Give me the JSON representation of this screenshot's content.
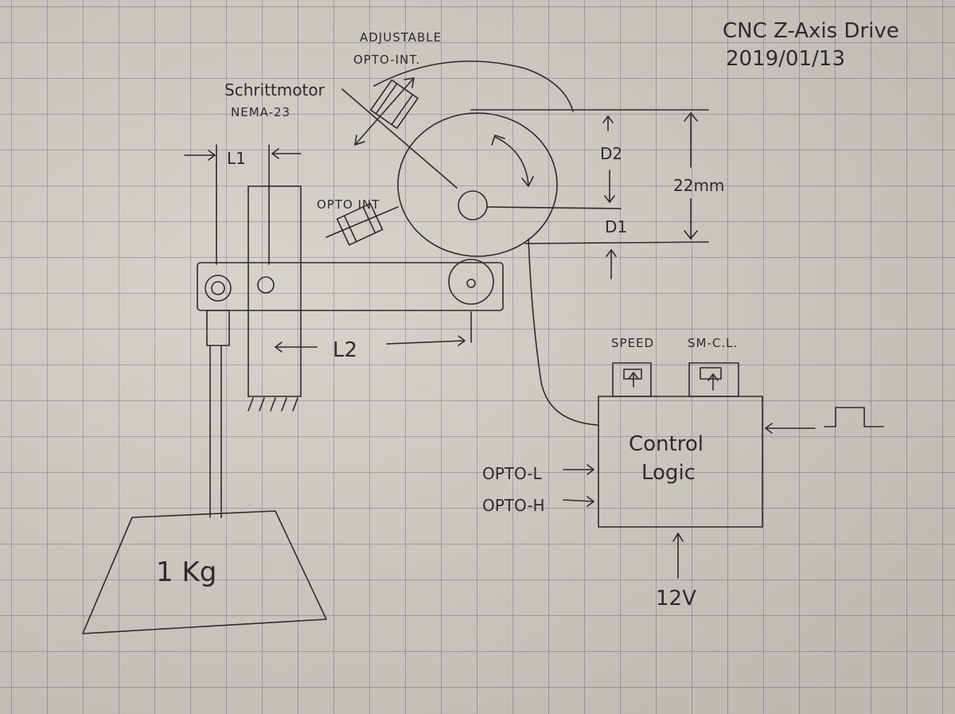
{
  "title": "CNC Z-Axis Drive",
  "date": "2019/01/13",
  "labels": {
    "adjustable_opto_line1": "ADJUSTABLE",
    "adjustable_opto_line2": "OPTO-INT.",
    "motor_line1": "Schrittmotor",
    "motor_line2": "NEMA-23",
    "opto_int": "OPTO INT",
    "l1": "L1",
    "l2": "L2",
    "d1": "D1",
    "d2": "D2",
    "dimension_22mm": "22mm",
    "speed": "SPEED",
    "sm_cl": "SM-C.L.",
    "control_logic_line1": "Control",
    "control_logic_line2": "Logic",
    "opto_l": "OPTO-L",
    "opto_h": "OPTO-H",
    "voltage": "12V",
    "weight": "1 Kg"
  }
}
